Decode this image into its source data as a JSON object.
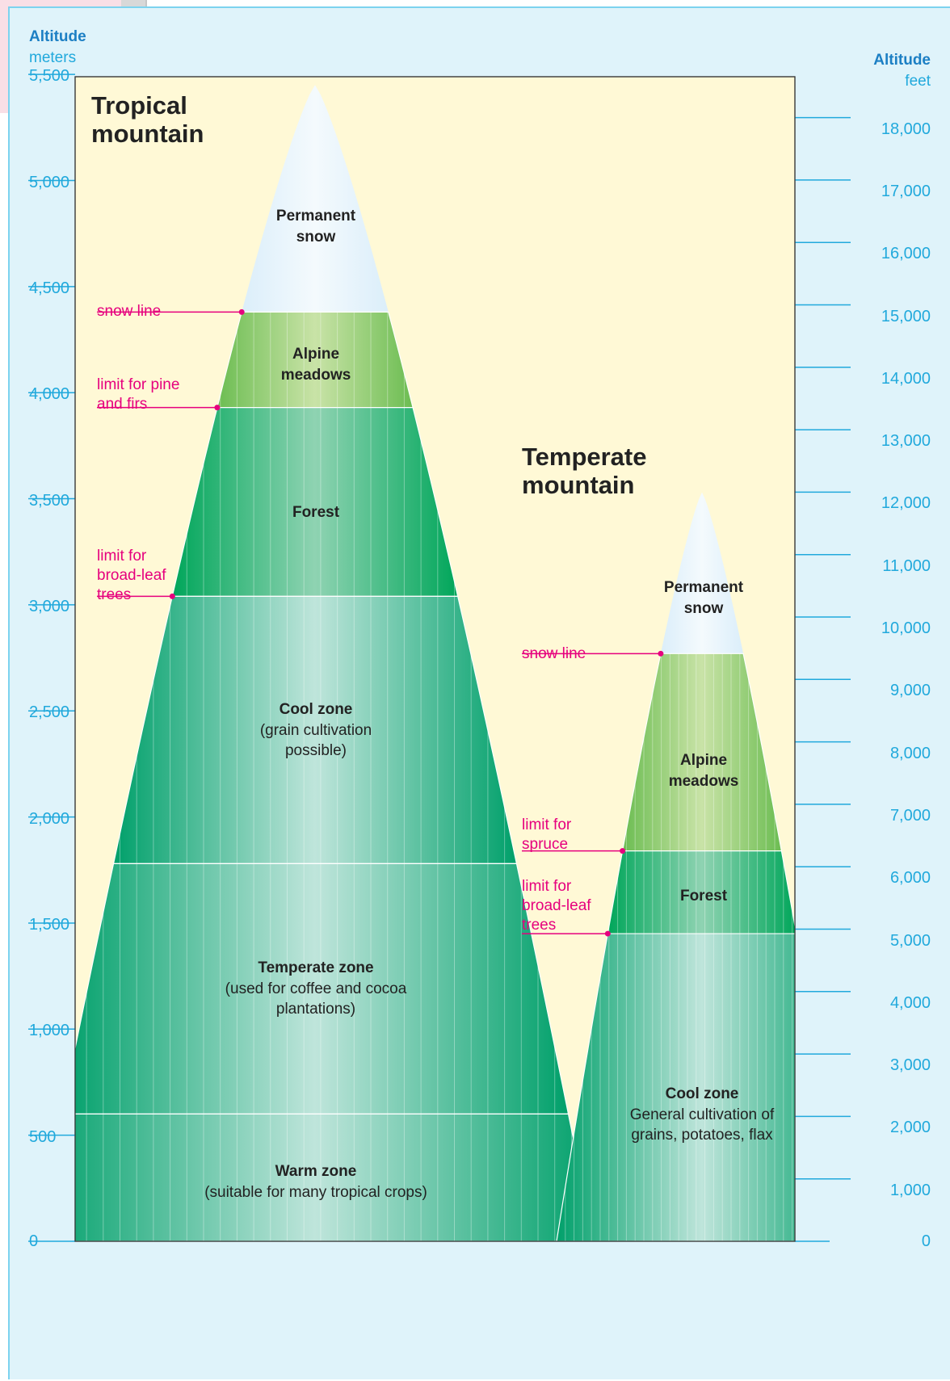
{
  "colors": {
    "panel": "#dff3fa",
    "plot_bg": "#fff9d6",
    "axis": "#21a9dc",
    "axis_title": "#1c7fc4",
    "limit_line": "#e6007e",
    "snow_light": "#f4fafd",
    "snow_dark": "#dbeefa",
    "alpine_light": "#c9e3a7",
    "alpine_dark": "#6cbd52",
    "forest_light": "#8fd3b2",
    "forest_dark": "#00a65a",
    "zone_light": "#bfe5db",
    "zone_dark": "#00a06a",
    "text": "#222222"
  },
  "axes": {
    "left": {
      "title": "Altitude",
      "unit": "meters",
      "ticks": [
        "5,500",
        "5,000",
        "4,500",
        "4,000",
        "3,500",
        "3,000",
        "2,500",
        "2,000",
        "1,500",
        "1,000",
        "500",
        "0"
      ]
    },
    "right": {
      "title": "Altitude",
      "unit": "feet",
      "ticks": [
        "18,000",
        "17,000",
        "16,000",
        "15,000",
        "14,000",
        "13,000",
        "12,000",
        "11,000",
        "10,000",
        "9,000",
        "8,000",
        "7,000",
        "6,000",
        "5,000",
        "4,000",
        "3,000",
        "2,000",
        "1,000",
        "0"
      ]
    }
  },
  "tropical": {
    "title_line1": "Tropical",
    "title_line2": "mountain",
    "peak_m": 5450,
    "zones": [
      {
        "name": "Permanent",
        "name2": "snow",
        "desc": "",
        "desc2": "",
        "from_m": 4380,
        "to_m": 5450
      },
      {
        "name": "Alpine",
        "name2": "meadows",
        "desc": "",
        "desc2": "",
        "from_m": 3930,
        "to_m": 4380
      },
      {
        "name": "Forest",
        "name2": "",
        "desc": "",
        "desc2": "",
        "from_m": 3040,
        "to_m": 3930
      },
      {
        "name": "Cool zone",
        "name2": "",
        "desc": "(grain cultivation",
        "desc2": "possible)",
        "from_m": 1780,
        "to_m": 3040
      },
      {
        "name": "Temperate zone",
        "name2": "",
        "desc": "(used for coffee and cocoa",
        "desc2": "plantations)",
        "from_m": 600,
        "to_m": 1780
      },
      {
        "name": "Warm zone",
        "name2": "",
        "desc": "(suitable for many tropical crops)",
        "desc2": "",
        "from_m": 0,
        "to_m": 600
      }
    ],
    "limits": [
      {
        "line1": "snow line",
        "line2": "",
        "line3": "",
        "altitude_m": 4380
      },
      {
        "line1": "limit for pine",
        "line2": "and firs",
        "line3": "",
        "altitude_m": 3930
      },
      {
        "line1": "limit for",
        "line2": "broad-leaf",
        "line3": "trees",
        "altitude_m": 3040
      }
    ]
  },
  "temperate": {
    "title_line1": "Temperate",
    "title_line2": "mountain",
    "peak_m": 3530,
    "zones": [
      {
        "name": "Permanent",
        "name2": "snow",
        "desc": "",
        "desc2": "",
        "from_m": 2770,
        "to_m": 3530
      },
      {
        "name": "Alpine",
        "name2": "meadows",
        "desc": "",
        "desc2": "",
        "from_m": 1840,
        "to_m": 2770
      },
      {
        "name": "Forest",
        "name2": "",
        "desc": "",
        "desc2": "",
        "from_m": 1450,
        "to_m": 1840
      },
      {
        "name": "Cool zone",
        "name2": "",
        "desc": "General cultivation of",
        "desc2": "grains, potatoes, flax",
        "from_m": 0,
        "to_m": 1450
      }
    ],
    "limits": [
      {
        "line1": "snow line",
        "line2": "",
        "line3": "",
        "altitude_m": 2770
      },
      {
        "line1": "limit for",
        "line2": "spruce",
        "line3": "",
        "altitude_m": 1840
      },
      {
        "line1": "limit for",
        "line2": "broad-leaf",
        "line3": "trees",
        "altitude_m": 1450
      }
    ]
  }
}
